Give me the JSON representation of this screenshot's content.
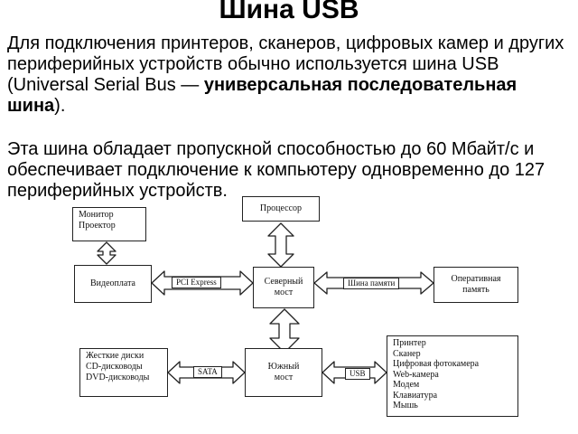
{
  "title": "Шина USB",
  "paragraph1": {
    "before": "Для подключения принтеров, сканеров, цифровых камер и других периферийных устройств обычно используется шина USB (Universal Serial Bus — ",
    "bold": "универсальная последовательная шина",
    "after": ")."
  },
  "paragraph2": "Эта  шина обладает пропускной способностью до 60 Мбайт/с и обеспечивает подключение к компьютеру одновременно до 127 периферийных устройств.",
  "diagram": {
    "monitor_box": [
      "Монитор",
      "Проектор"
    ],
    "processor": "Процессор",
    "videocard": "Видеоплата",
    "north_bridge": [
      "Северный",
      "мост"
    ],
    "ram": [
      "Оперативная",
      "память"
    ],
    "disks_box": [
      "Жесткие диски",
      "CD-дисководы",
      "DVD-дисководы"
    ],
    "south_bridge": [
      "Южный",
      "мост"
    ],
    "peripherals": [
      "Принтер",
      "Сканер",
      "Цифровая фотокамера",
      "Web-камера",
      "Модем",
      "Клавиатура",
      "Мышь"
    ],
    "bus_pci": "PCI Express",
    "bus_memory": "Шина памяти",
    "bus_sata": "SATA",
    "bus_usb": "USB"
  }
}
